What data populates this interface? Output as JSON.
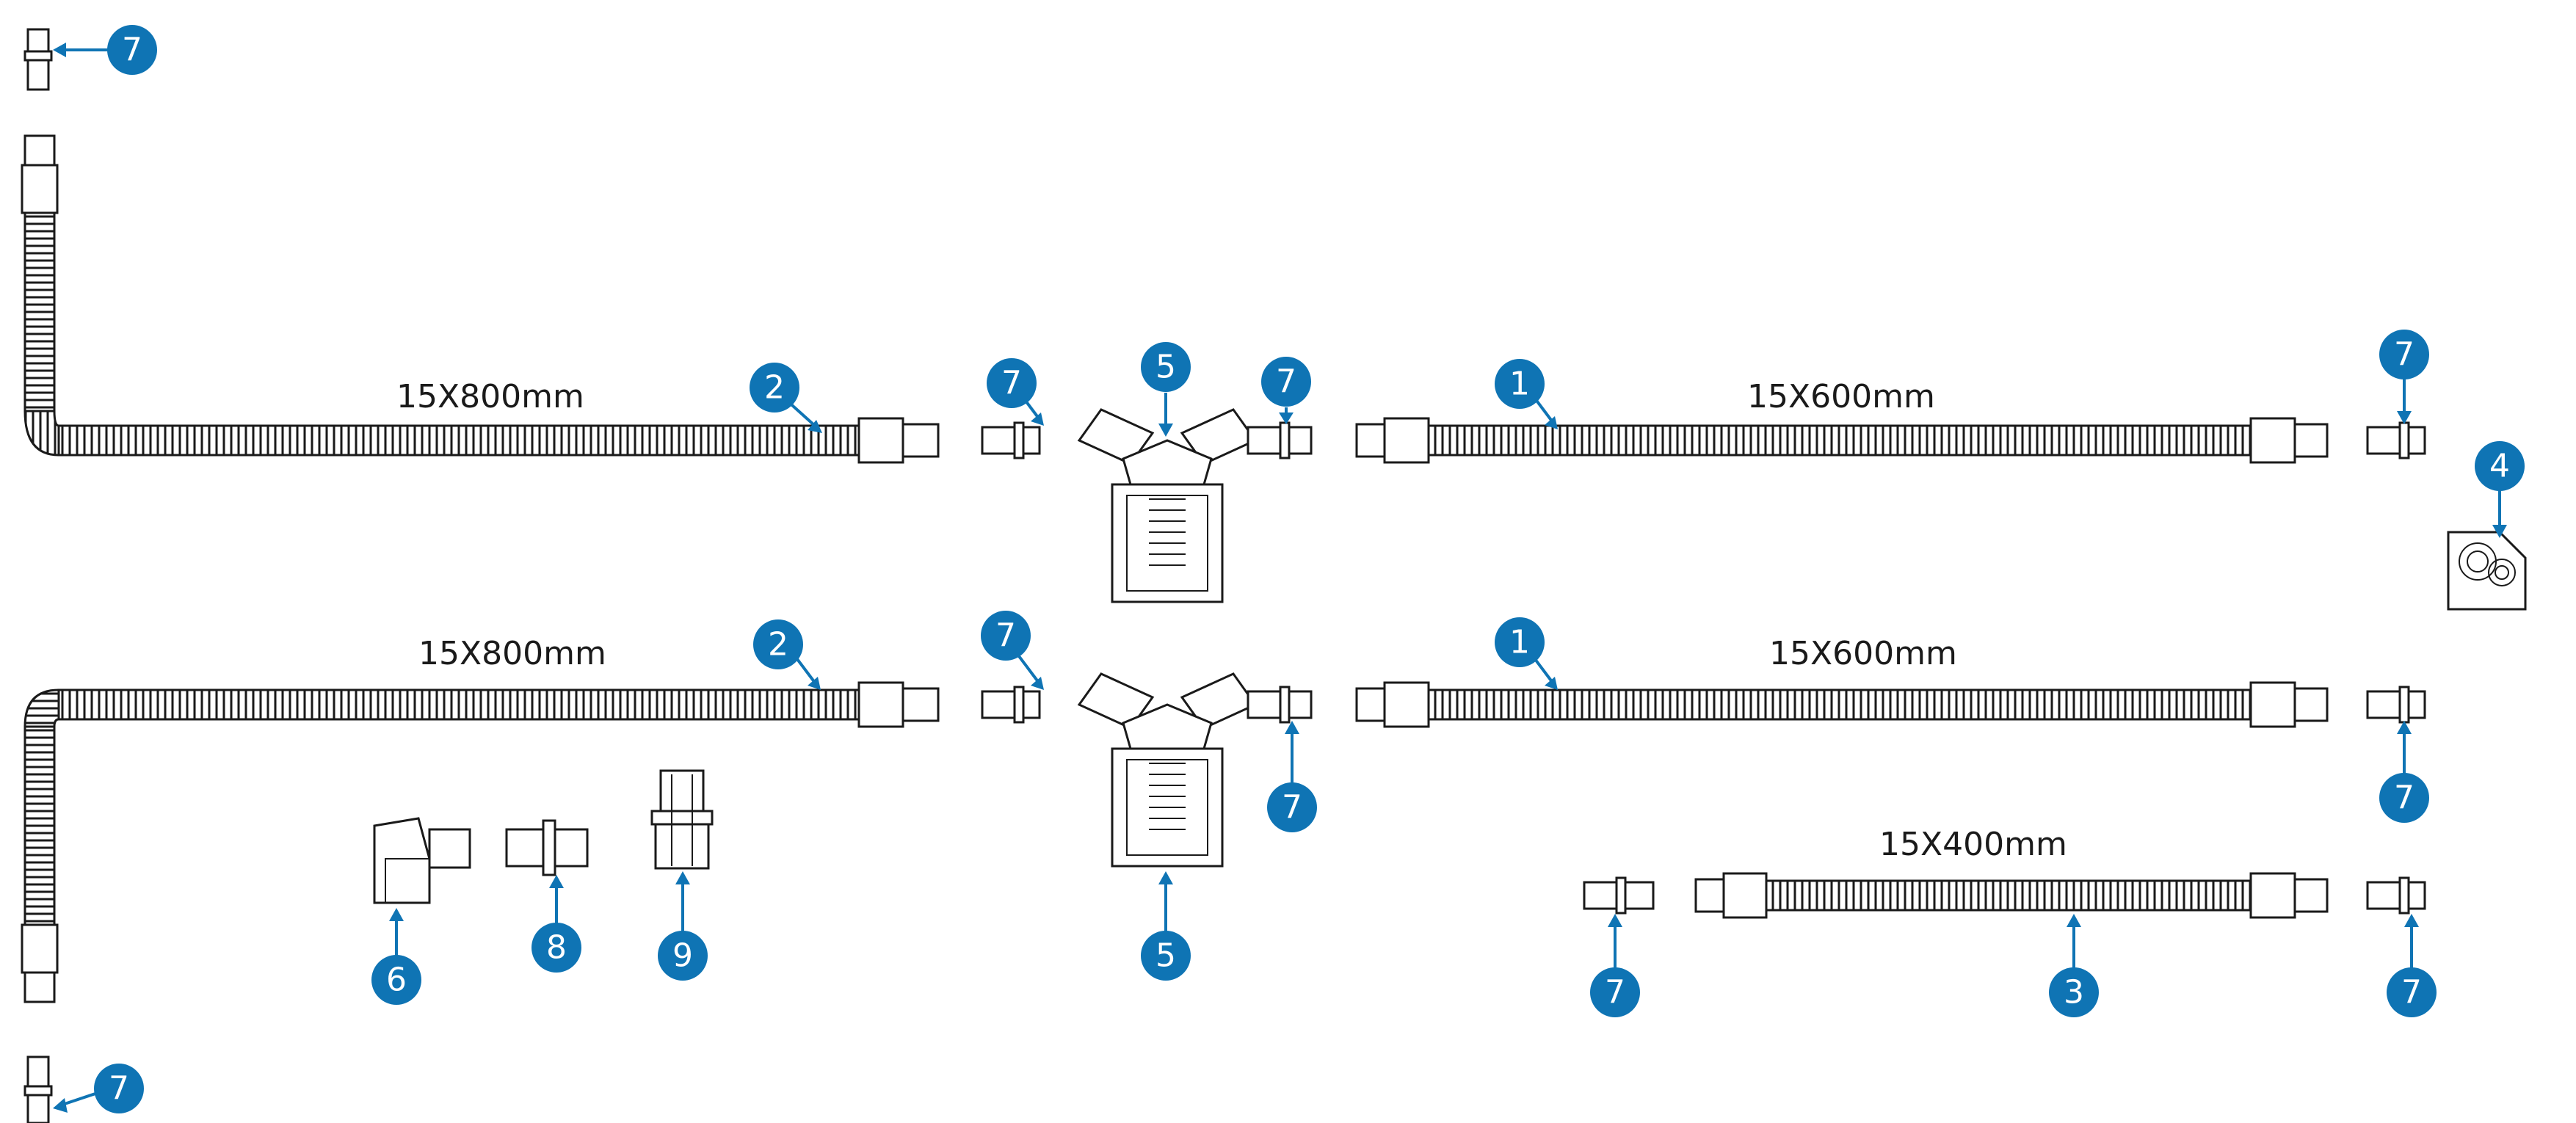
{
  "colors": {
    "callout": "#0f74b4",
    "line": "#1a1a1a"
  },
  "dimension_labels": {
    "tube_800_top": "15X800mm",
    "tube_800_bottom": "15X800mm",
    "tube_600_top": "15X600mm",
    "tube_600_bottom": "15X600mm",
    "tube_400": "15X400mm"
  },
  "callouts": {
    "c7_topleft": "7",
    "c2_top": "2",
    "c7_top_a": "7",
    "c5_top": "5",
    "c7_top_b": "7",
    "c1_top": "1",
    "c7_top_right": "7",
    "c4": "4",
    "c2_bottom": "2",
    "c7_mid_a": "7",
    "c1_bottom": "1",
    "c7_mid_b": "7",
    "c7_mid_right": "7",
    "c6": "6",
    "c8": "8",
    "c9": "9",
    "c5_bottom": "5",
    "c7_low_a": "7",
    "c3": "3",
    "c7_low_b": "7",
    "c7_bottomleft": "7"
  }
}
